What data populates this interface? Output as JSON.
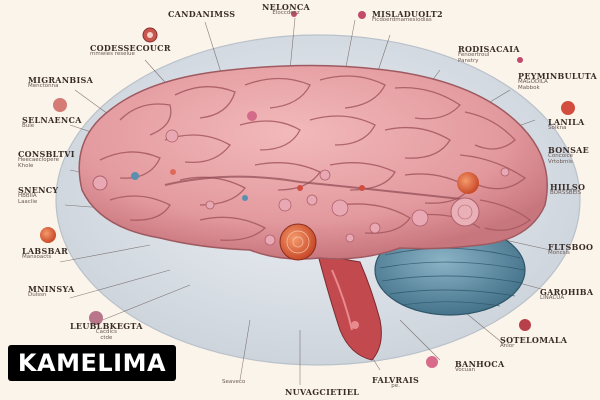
{
  "logo": {
    "text": "KAMELIMA"
  },
  "labels": {
    "top_a": {
      "title": "CANDANIMSS",
      "sub": ""
    },
    "top_b": {
      "title": "NELONCA",
      "sub": "Eloccdecz"
    },
    "top_c": {
      "title": "MISLADUOLT2",
      "sub": "Ficdoerdmamesiodias"
    },
    "upper_left": {
      "title": "CODESSECOUCR",
      "sub": "mmwies reselue"
    },
    "upper_right": {
      "title": "RODISACAIA",
      "sub": "Fenoertroul\nPanstry"
    },
    "left_1": {
      "title": "MIGRANBISA",
      "sub": "Menctonna"
    },
    "left_2": {
      "title": "SELNAENCA",
      "sub": "Bule"
    },
    "left_3": {
      "title": "CONSBLTVI",
      "sub": "Heecaeclopere\nKhole"
    },
    "left_4": {
      "title": "SNENCY",
      "sub": "HBBIIA\nLaaclie"
    },
    "left_5": {
      "title": "LABSBAR",
      "sub": "Mansoacts"
    },
    "left_6": {
      "title": "MNINSYA",
      "sub": "Dulssn"
    },
    "left_7": {
      "title": "LEUBLBKEGTA",
      "sub": "Cacdics\nctde"
    },
    "right_1": {
      "title": "PEYMINBULUTA",
      "sub": "MAGODILA\nMabbok"
    },
    "right_2": {
      "title": "LANILA",
      "sub": "Soikna"
    },
    "right_3": {
      "title": "BONSAE",
      "sub": "Concoice\nVrtobmis"
    },
    "right_4": {
      "title": "HIILSO",
      "sub": "BORSSBEIS"
    },
    "right_5": {
      "title": "FLTSBOO",
      "sub": "Moncsis"
    },
    "right_6": {
      "title": "GAROHIBA",
      "sub": "LINACUA"
    },
    "bottom_1": {
      "title": "SOTELOMALA",
      "sub": "Anlor"
    },
    "bottom_2": {
      "title": "BANHOCA",
      "sub": "Vocuan"
    },
    "bottom_3": {
      "title": "FALVRAIS",
      "sub": "pe."
    },
    "bottom_4": {
      "title": "NUVAGCIETIEL",
      "sub": ""
    },
    "bottom_5": {
      "title": "Seaveco",
      "sub": ""
    }
  },
  "colors": {
    "background": "#fbf4ea",
    "disc": "#dfe4ea",
    "cortex": "#e8a3a6",
    "cortex_dark": "#c97a80",
    "cerebellum": "#5e8fa6",
    "brainstem": "#c24a4f",
    "node_orange": "#e0613a",
    "node_red": "#b8404a"
  }
}
